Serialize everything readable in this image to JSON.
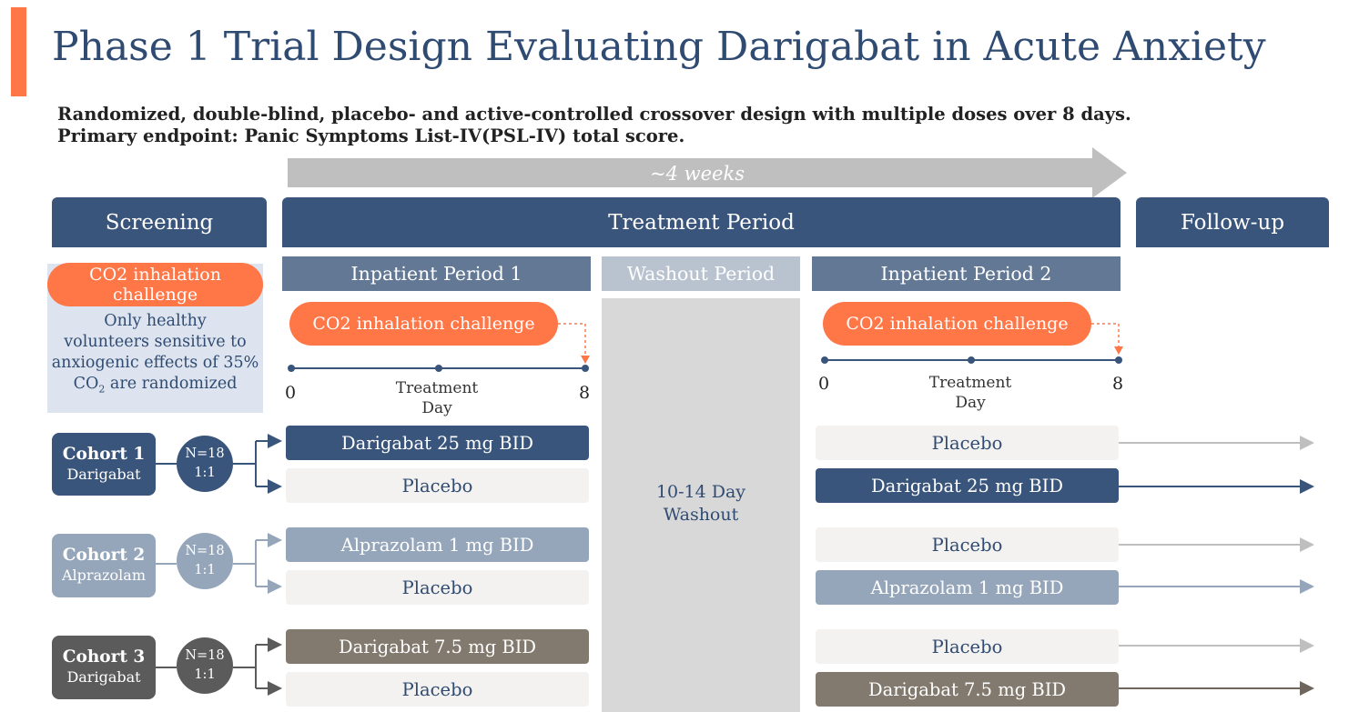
{
  "title": "Phase 1 Trial Design Evaluating Darigabat in Acute Anxiety",
  "subtitle_line1": "Randomized, double-blind, placebo- and active-controlled crossover design with multiple doses over 8 days.",
  "subtitle_line2": "Primary endpoint: Panic Symptoms List-IV(PSL-IV) total score.",
  "duration_label": "~4 weeks",
  "headers": {
    "screening": "Screening",
    "treatment": "Treatment Period",
    "followup": "Follow-up"
  },
  "periods": {
    "inpatient1": "Inpatient Period 1",
    "washout": "Washout Period",
    "inpatient2": "Inpatient Period 2"
  },
  "screening": {
    "challenge_line1": "CO2 inhalation",
    "challenge_line2": "challenge",
    "note_line1": "Only healthy",
    "note_line2": "volunteers sensitive to",
    "note_line3": "anxiogenic effects of 35%",
    "note_line4_pre": "CO",
    "note_line4_sub": "2",
    "note_line4_post": " are randomized"
  },
  "challenge_label": "CO2 inhalation challenge",
  "timeline": {
    "start": "0",
    "end": "8",
    "label_line1": "Treatment",
    "label_line2": "Day"
  },
  "washout_text_line1": "10-14 Day",
  "washout_text_line2": "Washout",
  "cohorts": [
    {
      "name": "Cohort 1",
      "drug": "Darigabat",
      "n": "N=18",
      "ratio": "1:1",
      "p1_arms": [
        "Darigabat 25 mg BID",
        "Placebo"
      ],
      "p2_arms": [
        "Placebo",
        "Darigabat 25 mg BID"
      ]
    },
    {
      "name": "Cohort 2",
      "drug": "Alprazolam",
      "n": "N=18",
      "ratio": "1:1",
      "p1_arms": [
        "Alprazolam 1 mg BID",
        "Placebo"
      ],
      "p2_arms": [
        "Placebo",
        "Alprazolam 1 mg BID"
      ]
    },
    {
      "name": "Cohort 3",
      "drug": "Darigabat",
      "n": "N=18",
      "ratio": "1:1",
      "p1_arms": [
        "Darigabat 7.5 mg BID",
        "Placebo"
      ],
      "p2_arms": [
        "Placebo",
        "Darigabat 7.5 mg BID"
      ]
    }
  ],
  "colors": {
    "accent": "#ff7647",
    "navy": "#3a557b",
    "steel": "#96a6ba",
    "brown": "#837a6f",
    "charcoal": "#5b5b5b",
    "subheader": "#627894",
    "washout_header": "#b9c3d0",
    "washout_bg": "#d8d8d8"
  }
}
